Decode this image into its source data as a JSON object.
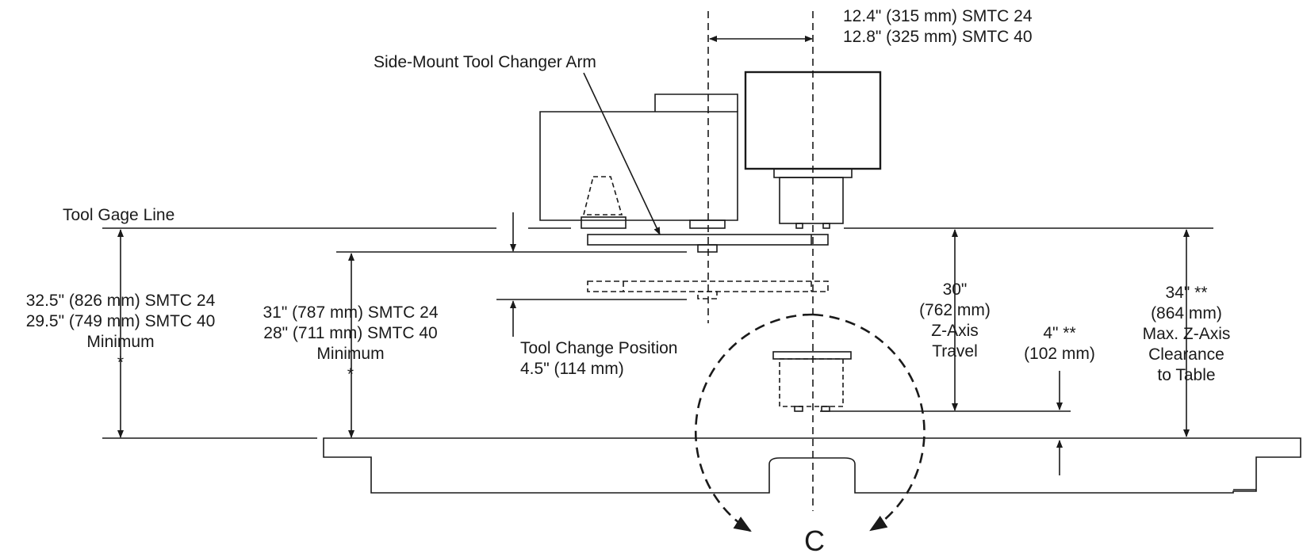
{
  "colors": {
    "ink": "#1a1a1a",
    "paper": "#ffffff"
  },
  "labels": {
    "arm": "Side-Mount Tool Changer Arm",
    "top_dim": [
      "12.4\" (315 mm) SMTC 24",
      "12.8\" (325 mm) SMTC 40"
    ],
    "gage_line": "Tool Gage Line",
    "left_dim": [
      "32.5\" (826 mm) SMTC 24",
      "29.5\" (749 mm) SMTC 40",
      "Minimum",
      "*"
    ],
    "mid_dim": [
      "31\" (787 mm) SMTC 24",
      "28\" (711 mm) SMTC 40",
      "Minimum",
      "*"
    ],
    "tool_change": [
      "Tool Change Position",
      "4.5\" (114 mm)"
    ],
    "z_travel": [
      "30\"",
      "(762 mm)",
      "Z-Axis",
      "Travel"
    ],
    "four_inch": [
      "4\"  **",
      "(102 mm)"
    ],
    "max_clear": [
      "34\"  **",
      "(864 mm)",
      "Max. Z-Axis",
      "Clearance",
      "to Table"
    ],
    "rotation": "C"
  }
}
